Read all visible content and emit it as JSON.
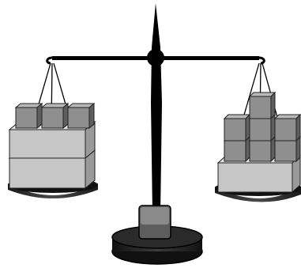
{
  "diagram": {
    "subject": "balance-scale",
    "left_pan": {
      "large_blocks": 2,
      "small_cubes": 3
    },
    "right_pan": {
      "large_blocks": 1,
      "small_cubes": 7
    },
    "colors": {
      "background": "#ffffff",
      "scale_metal": "#000000",
      "pan_fill": "#3a3a3a",
      "large_block": "#c6c6c6",
      "small_cube": "#8f8f8f",
      "stand_top": "#7a7a7a"
    }
  }
}
